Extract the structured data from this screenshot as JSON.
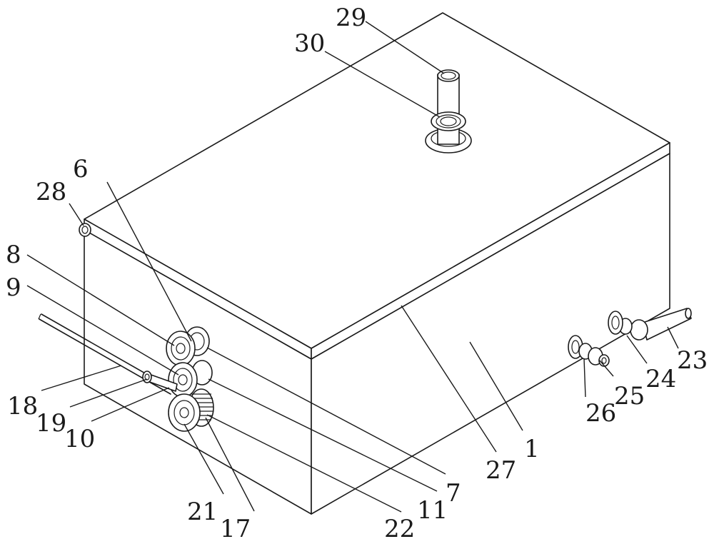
{
  "figure": {
    "labels": {
      "l1": "1",
      "l6": "6",
      "l7": "7",
      "l8": "8",
      "l9": "9",
      "l10": "10",
      "l11": "11",
      "l17": "17",
      "l18": "18",
      "l19": "19",
      "l21": "21",
      "l22": "22",
      "l23": "23",
      "l24": "24",
      "l25": "25",
      "l26": "26",
      "l27": "27",
      "l28": "28",
      "l29": "29",
      "l30": "30"
    }
  }
}
